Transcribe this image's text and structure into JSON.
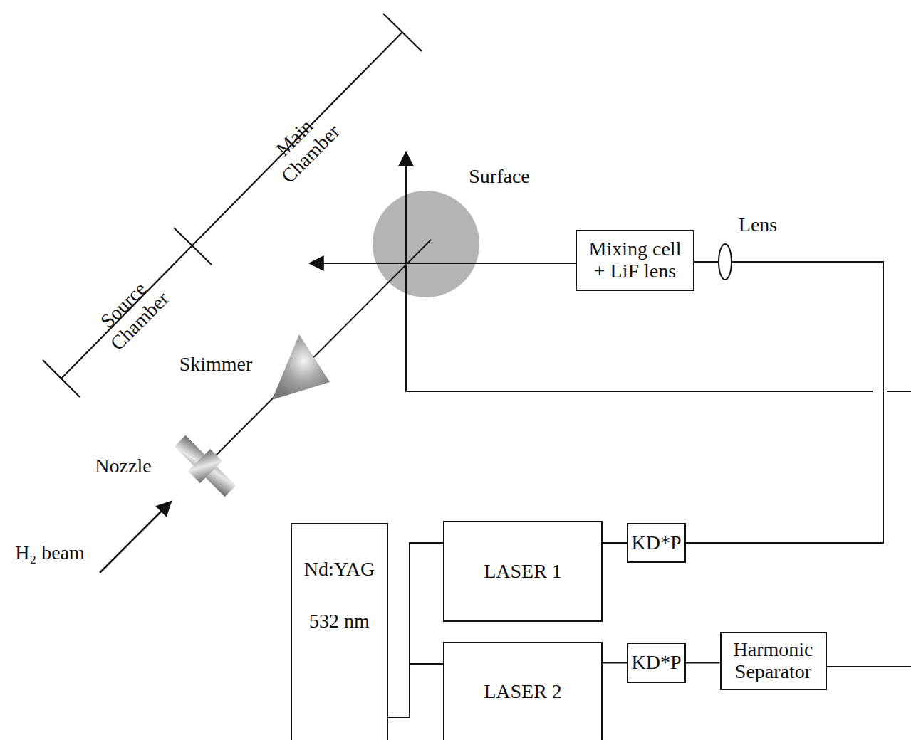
{
  "diagram": {
    "nodes": [
      {
        "text": [
          "Mixing cell + LiF lens"
        ]
      },
      {
        "text": [
          "Nd:YAG",
          "532 nm"
        ]
      },
      {
        "text": [
          "LASER 1"
        ]
      },
      {
        "text": [
          "KD*P"
        ]
      },
      {
        "text": [
          "LASER 2"
        ]
      },
      {
        "text": [
          "KD*P"
        ]
      },
      {
        "text": [
          "Harmonic Separator"
        ]
      }
    ],
    "edges": [
      {
        "from": 1,
        "to": 2,
        "arrow": "none"
      },
      {
        "from": 1,
        "to": 4,
        "arrow": "none"
      },
      {
        "from": 2,
        "to": 3,
        "arrow": "none"
      },
      {
        "from": 3,
        "to": 0,
        "arrow": "none"
      },
      {
        "from": 4,
        "to": 5,
        "arrow": "none"
      },
      {
        "from": 5,
        "to": 6,
        "arrow": "none"
      }
    ],
    "labels": [
      "Main Chamber",
      "Source Chamber",
      "Surface",
      "Lens",
      "Skimmer",
      "Nozzle",
      "H₂ beam"
    ]
  }
}
